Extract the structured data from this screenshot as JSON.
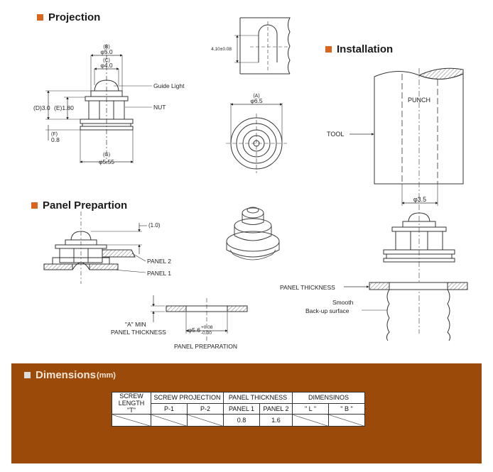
{
  "sections": {
    "projection": "Projection",
    "installation": "Installation",
    "panel": "Panel Prepartion",
    "dimensions": "Dimensions",
    "dimensions_unit": "(mm)"
  },
  "projection": {
    "b_letter": "(B)",
    "b_value": "φ5.0",
    "c_letter": "(C)",
    "c_value": "φ4.0",
    "guide_light": "Guide Light",
    "nut": "NUT",
    "d_label": "(D)3.0",
    "e_label": "(E)1.80",
    "f_letter": "(F)",
    "f_value": "0.8",
    "g_letter": "(G)",
    "g_value": "φ5.55"
  },
  "top_view": {
    "slot_label": "4.10±0.08",
    "a_letter": "(A)",
    "a_value": "φ6.5"
  },
  "installation": {
    "punch": "PUNCH",
    "tool": "TOOL",
    "dia": "φ3.5",
    "panel_thickness": "PANEL THICKNESS",
    "smooth": "Smooth",
    "backup": "Back-up surface"
  },
  "panel": {
    "gap": "(1.0)",
    "panel2": "PANEL 2",
    "panel1": "PANEL 1",
    "a_min": "\"A\" MIN",
    "thickness": "PANEL THICKNESS",
    "hole_dia": "φ5.6",
    "tol_plus": "+0.08",
    "tol_minus": "-0.00",
    "caption": "PANEL PREPARATION"
  },
  "table": {
    "screw_length": [
      "SCREW",
      "LENGTH",
      "\"T\""
    ],
    "screw_projection": "SCREW PROJECTION",
    "panel_thickness": "PANEL THICKNESS",
    "dimensions": "DIMENSINOS",
    "p1": "P-1",
    "p2": "P-2",
    "panel1": "PANEL 1",
    "panel2": "PANEL 2",
    "l": "\" L \"",
    "b": "\" B \"",
    "panel1_value": "0.8",
    "panel2_value": "1.6"
  }
}
